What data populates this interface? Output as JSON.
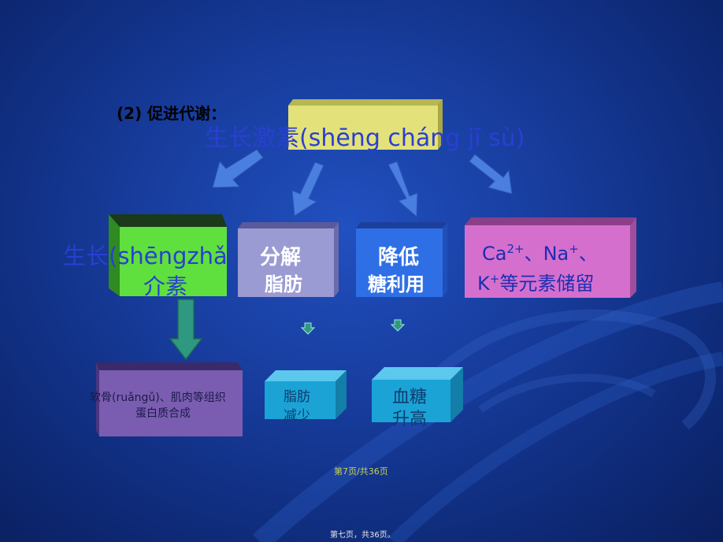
{
  "subtitle": "(2) 促进代谢：",
  "source": {
    "label": "生长激素(shēng cháng jī sù)"
  },
  "effects": [
    {
      "line1": "生长(shēngzhǎ",
      "line2": "介素"
    },
    {
      "line1": "分解",
      "line2": "脂肪"
    },
    {
      "line1": "降低",
      "line2": "糖利用"
    },
    {
      "line1": "Ca2+、Na+、",
      "line2": "K+等元素储留"
    }
  ],
  "results": [
    {
      "line1": "软骨(ruǎngǔ)、肌肉等组织",
      "line2": "蛋白质合成"
    },
    {
      "line1": "脂肪",
      "line2": "减少"
    },
    {
      "line1": "血糖",
      "line2": "升高"
    }
  ],
  "page_counter": "第7页/共36页",
  "footer": "第七页，共36页。",
  "colors": {
    "background": "#173c9c",
    "source_box": "#e3e27a",
    "growth_box": "#5fe03e",
    "fat_box": "#9b9bd3",
    "sugar_box": "#2f6fe6",
    "ion_box": "#d56fce",
    "protein_box": "#7a5db0",
    "result_cube": "#1ba3d6",
    "arrow": "#4a7fe0",
    "down_arrow": "#2f9880"
  }
}
